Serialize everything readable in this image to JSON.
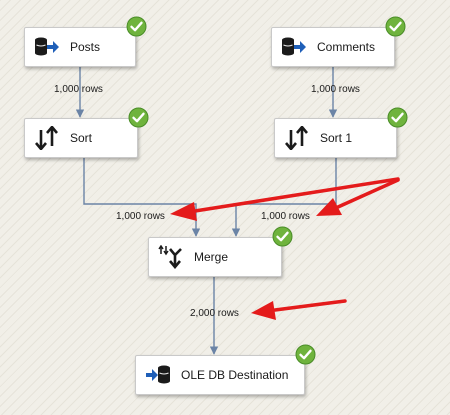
{
  "colors": {
    "canvas_background": "#f1efe8",
    "connector": "#6b84a6",
    "annotation_arrow": "#e41b1b",
    "success_check": "#6fb33d",
    "source_icon_arrow": "#1f5fb8"
  },
  "nodes": [
    {
      "id": "posts",
      "label": "Posts",
      "icon": "ole-db-source-icon",
      "status": "success-check-icon"
    },
    {
      "id": "comments",
      "label": "Comments",
      "icon": "ole-db-source-icon",
      "status": "success-check-icon"
    },
    {
      "id": "sort",
      "label": "Sort",
      "icon": "sort-icon",
      "status": "success-check-icon"
    },
    {
      "id": "sort1",
      "label": "Sort 1",
      "icon": "sort-icon",
      "status": "success-check-icon"
    },
    {
      "id": "merge",
      "label": "Merge",
      "icon": "merge-icon",
      "status": "success-check-icon"
    },
    {
      "id": "dest",
      "label": "OLE DB Destination",
      "icon": "ole-db-destination-icon",
      "status": "success-check-icon"
    }
  ],
  "paths": [
    {
      "from": "posts",
      "to": "sort",
      "rows": "1,000 rows"
    },
    {
      "from": "comments",
      "to": "sort1",
      "rows": "1,000 rows"
    },
    {
      "from": "sort",
      "to": "merge",
      "rows": "1,000 rows"
    },
    {
      "from": "sort1",
      "to": "merge",
      "rows": "1,000 rows"
    },
    {
      "from": "merge",
      "to": "dest",
      "rows": "2,000 rows"
    }
  ]
}
